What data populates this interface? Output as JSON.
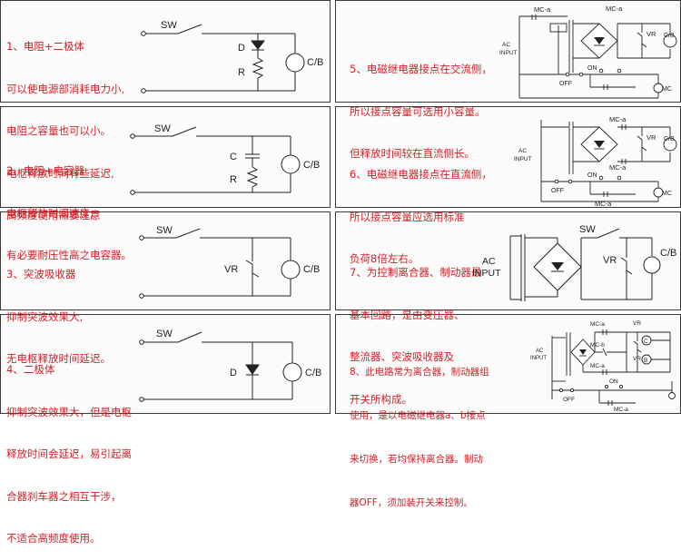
{
  "colors": {
    "text": "#d21f25",
    "line": "#222222",
    "border": "#3a3a3a"
  },
  "panels": [
    {
      "id": "p1",
      "lines": [
        "1、电阻+二极体",
        "可以使电源部消耗电力小,",
        "电阻之容量也可以小。",
        "电枢释放时间有些延迟,",
        "高频度使用需要注意"
      ],
      "labels": {
        "sw": "SW",
        "d": "D",
        "r": "R",
        "coil": "C/B"
      }
    },
    {
      "id": "p2",
      "lines": [
        "2、电阻+电容器",
        "电枢释放时间速度,",
        "有必要耐压性高之电容器。"
      ],
      "labels": {
        "sw": "SW",
        "c": "C",
        "r": "R",
        "coil": "C/B"
      }
    },
    {
      "id": "p3",
      "lines": [
        "3、突波吸收器",
        "抑制突波效果大,",
        "无电枢释放时间延迟。"
      ],
      "labels": {
        "sw": "SW",
        "vr": "VR",
        "coil": "C/B"
      }
    },
    {
      "id": "p4",
      "lines": [
        "4、二极体",
        "抑制突波效果大，但是电枢",
        "释放时间会延迟，易引起离",
        "合器刹车器之相互干涉，",
        "不适合高频度使用。"
      ],
      "labels": {
        "sw": "SW",
        "d": "D",
        "coil": "C/B"
      }
    },
    {
      "id": "p5",
      "lines": [
        "5、电磁继电器接点在交流侧，",
        "所以接点容量可选用小容量。",
        "但释放时间较在直流侧长。"
      ],
      "labels": {
        "mca1": "MC-a",
        "mca2": "MC-a",
        "vr": "VR",
        "cb": "C/B",
        "ac": "AC",
        "input": "INPUT",
        "off": "OFF",
        "on": "ON",
        "mc": "MC"
      }
    },
    {
      "id": "p6",
      "lines": [
        "6、电磁继电器接点在直流侧，",
        "所以接点容量应选用标准",
        "负荷8倍左右。"
      ],
      "labels": {
        "mca1": "MC-a",
        "mca2": "MC-a",
        "mca3": "MC-a",
        "vr": "VR",
        "cb": "C/B",
        "ac": "AC",
        "input": "INPUT",
        "off": "OFF",
        "on": "ON",
        "mc": "MC"
      }
    },
    {
      "id": "p7",
      "lines": [
        "7、为控制离合器、制动器最",
        "基本回路，是由变压器、",
        "整流器、突波吸收器及",
        "开关所构成。"
      ],
      "labels": {
        "sw": "SW",
        "vr": "VR",
        "cb": "C/B",
        "ac": "AC",
        "input": "INPUT"
      }
    },
    {
      "id": "p8",
      "lines": [
        "8、此电路常为离合器，制动器组",
        "使用，是以电磁继电器a、b接点",
        "来切换，若均保持离合器。制动",
        "器OFF，须加装开关来控制。"
      ],
      "labels": {
        "mca1": "MC-a",
        "mcb": "MC-b",
        "mca2": "MC-a",
        "vr1": "VR",
        "vr2": "VR",
        "c": "C",
        "b": "B",
        "ac": "AC",
        "input": "INPUT",
        "off": "OFF",
        "on": "ON",
        "mca3": "MC-a"
      }
    }
  ]
}
